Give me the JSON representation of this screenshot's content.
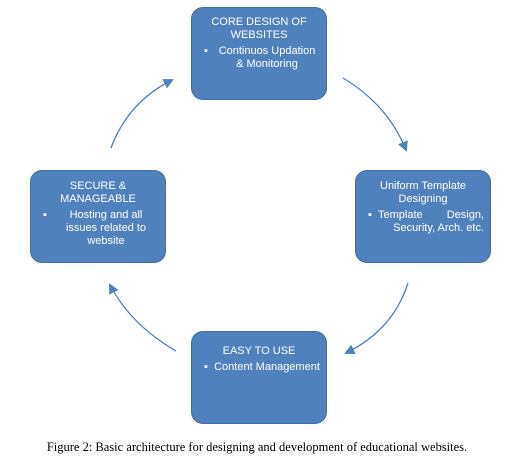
{
  "diagram": {
    "nodes": [
      {
        "id": "top",
        "title": "CORE DESIGN OF\nWEBSITES",
        "bullets": [
          "Continuos Updation & Monitoring"
        ]
      },
      {
        "id": "right",
        "title": "Uniform Template\nDesigning",
        "bullets": [
          "Template  Design, Security, Arch. etc."
        ]
      },
      {
        "id": "bottom",
        "title": "EASY TO USE",
        "bullets": [
          "Content Management"
        ]
      },
      {
        "id": "left",
        "title": "SECURE &\nMANAGEABLE",
        "bullets": [
          "Hosting and all issues related to website"
        ]
      }
    ],
    "bullet_glyph": "▪",
    "colors": {
      "node_fill": "#4f81bd",
      "node_border": "#3f6fa8",
      "arrow": "#4f81bd",
      "node_text": "#ffffff"
    }
  },
  "caption": "Figure 2: Basic architecture for designing and development of educational websites."
}
